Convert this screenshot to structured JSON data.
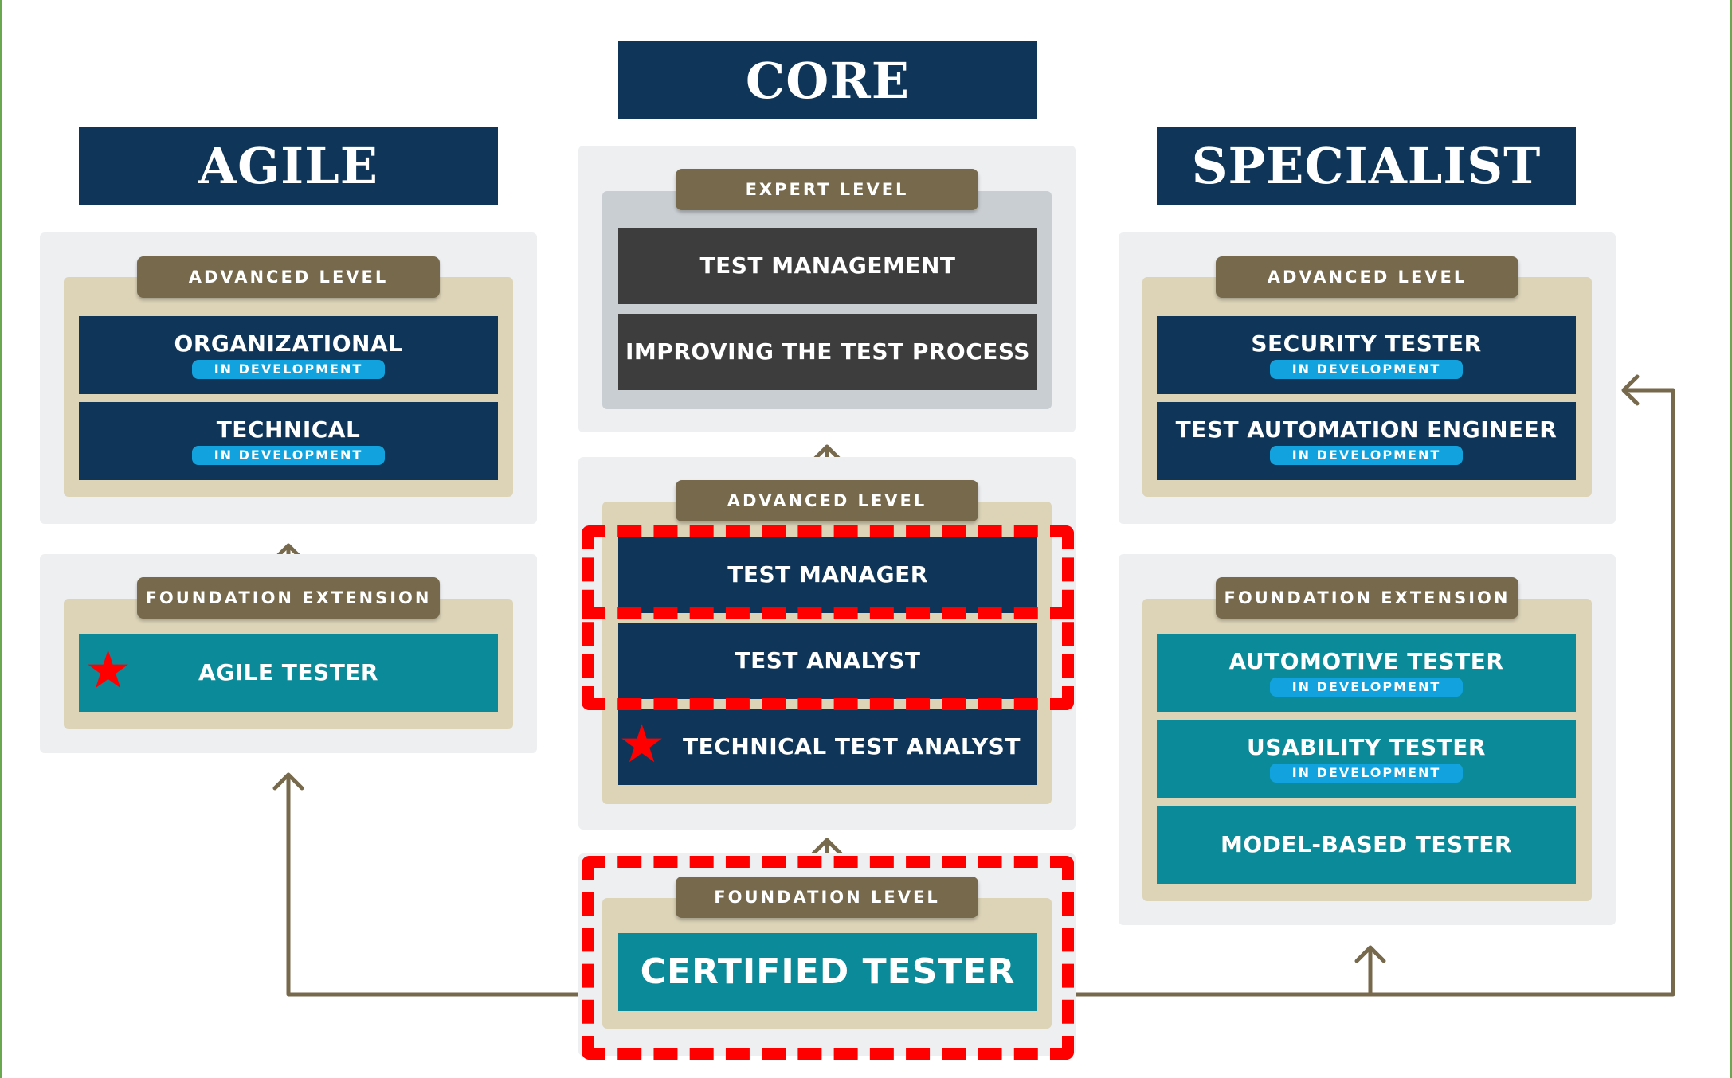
{
  "columns": {
    "agile": "AGILE",
    "core": "CORE",
    "specialist": "SPECIALIST"
  },
  "agile": {
    "advanced": {
      "tab": "ADVANCED LEVEL",
      "items": [
        {
          "label": "ORGANIZATIONAL",
          "badge": "IN DEVELOPMENT"
        },
        {
          "label": "TECHNICAL",
          "badge": "IN DEVELOPMENT"
        }
      ]
    },
    "foundation_ext": {
      "tab": "FOUNDATION EXTENSION",
      "items": [
        {
          "label": "AGILE TESTER",
          "starred": true
        }
      ]
    }
  },
  "core": {
    "expert": {
      "tab": "EXPERT LEVEL",
      "items": [
        {
          "label": "TEST MANAGEMENT"
        },
        {
          "label": "IMPROVING THE TEST PROCESS"
        }
      ]
    },
    "advanced": {
      "tab": "ADVANCED LEVEL",
      "items": [
        {
          "label": "TEST MANAGER"
        },
        {
          "label": "TEST ANALYST"
        },
        {
          "label": "TECHNICAL TEST ANALYST",
          "starred": true
        }
      ]
    },
    "foundation": {
      "tab": "FOUNDATION LEVEL",
      "items": [
        {
          "label": "CERTIFIED TESTER"
        }
      ]
    }
  },
  "specialist": {
    "advanced": {
      "tab": "ADVANCED LEVEL",
      "items": [
        {
          "label": "SECURITY TESTER",
          "badge": "IN DEVELOPMENT"
        },
        {
          "label": "TEST AUTOMATION ENGINEER",
          "badge": "IN DEVELOPMENT"
        }
      ]
    },
    "foundation_ext": {
      "tab": "FOUNDATION EXTENSION",
      "items": [
        {
          "label": "AUTOMOTIVE TESTER",
          "badge": "IN DEVELOPMENT"
        },
        {
          "label": "USABILITY TESTER",
          "badge": "IN DEVELOPMENT"
        },
        {
          "label": "MODEL-BASED TESTER"
        }
      ]
    }
  },
  "colors": {
    "navy": "#0f3558",
    "teal": "#0b8b99",
    "dark_gray": "#3d3d3d",
    "tab_brown": "#77694c",
    "tan": "#ddd4b8",
    "badge_blue": "#12a3de",
    "highlight_red": "#ff0000",
    "connector": "#77694c"
  }
}
